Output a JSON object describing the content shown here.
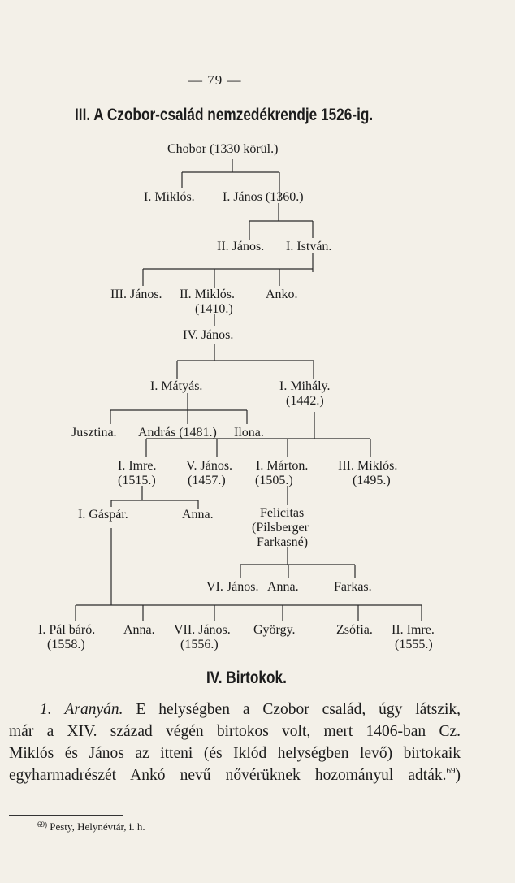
{
  "page_number": "— 79 —",
  "section3": {
    "title": "III. A Czobor-család nemzedékrendje 1526-ig."
  },
  "tree": {
    "root": "Chobor (1330 körül.)",
    "g1": {
      "miklos": "I. Miklós.",
      "janos": "I. János (1360.)"
    },
    "g2": {
      "janos2": "II. János.",
      "istvan": "I. István."
    },
    "g3": {
      "janos3": "III. János.",
      "miklos2": "II. Miklós.",
      "miklos2_year": "(1410.)",
      "anko": "Anko."
    },
    "g4": {
      "janos4": "IV. János."
    },
    "g5": {
      "matyas": "I. Mátyás.",
      "mihaly": "I. Mihály.",
      "mihaly_year": "(1442.)"
    },
    "g6": {
      "jusztina": "Jusztina.",
      "andras": "András (1481.)",
      "ilona": "Ilona."
    },
    "g7": {
      "imre": "I. Imre.",
      "imre_year": "(1515.)",
      "janos5": "V. János.",
      "janos5_year": "(1457.)",
      "marton": "I. Márton.",
      "marton_year": "(1505.)",
      "miklos3": "III. Miklós.",
      "miklos3_year": "(1495.)"
    },
    "g8": {
      "gaspar": "I. Gáspár.",
      "anna1": "Anna.",
      "felicitas": "Felicitas",
      "felicitas_note1": "(Pilsberger",
      "felicitas_note2": "Farkasné)"
    },
    "g9": {
      "janos6": "VI. János.",
      "anna2": "Anna.",
      "farkas": "Farkas."
    },
    "g10": {
      "pal": "I. Pál báró.",
      "pal_year": "(1558.)",
      "anna3": "Anna.",
      "janos7": "VII. János.",
      "janos7_year": "(1556.)",
      "gyorgy": "György.",
      "zsofia": "Zsófia.",
      "imre2": "II. Imre.",
      "imre2_year": "(1555.)"
    }
  },
  "section4": {
    "title": "IV. Birtokok."
  },
  "paragraph": {
    "number": "1.",
    "place": "Aranyán.",
    "line1": "E helységben a Czobor család, úgy látszik,",
    "line2": "már a XIV. század végén birtokos volt, mert 1406-ban Cz.",
    "line3": "Miklós és János az itteni (és Iklód helységben levő) birtokaik",
    "line4": "egyharmadrészét Ankó nevű nővérüknek hozományul adták.",
    "footnote_ref": "69",
    "line4_end": ")"
  },
  "footnote": {
    "mark": "69)",
    "text": "Pesty, Helynévtár, i. h."
  }
}
